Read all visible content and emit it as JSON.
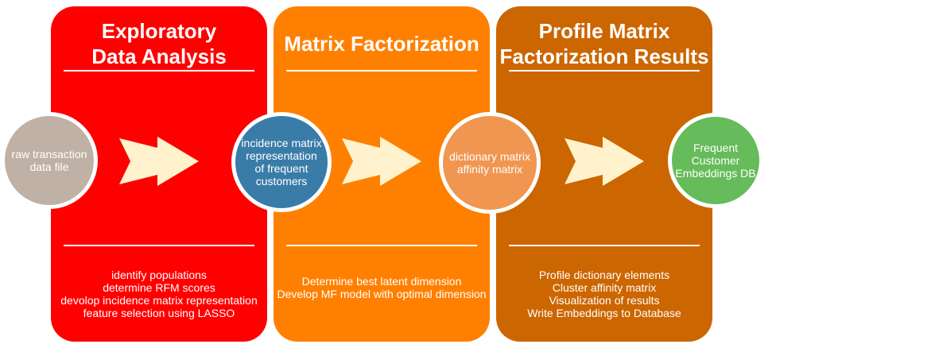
{
  "colors": {
    "panel_eda": "#ff0000",
    "panel_mf": "#ff8000",
    "panel_results": "#cc6600",
    "arrow": "#fff2cc",
    "circle_raw": "#bfb1a5",
    "circle_incidence": "#3a7ca8",
    "circle_dictionary": "#f09651",
    "circle_db": "#66bb5a"
  },
  "panels": [
    {
      "title_lines": [
        "Exploratory",
        "Data Analysis"
      ],
      "desc_lines": [
        "identify populations",
        "determine RFM scores",
        "devolop incidence matrix representation",
        "feature selection using LASSO"
      ]
    },
    {
      "title_lines": [
        "Matrix Factorization"
      ],
      "desc_lines": [
        "Determine best latent dimension",
        "Develop MF model with optimal dimension"
      ]
    },
    {
      "title_lines": [
        "Profile Matrix",
        "Factorization Results"
      ],
      "desc_lines": [
        "Profile dictionary elements",
        "Cluster affinity matrix",
        "Visualization of results",
        "Write Embeddings to Database"
      ]
    }
  ],
  "nodes": [
    {
      "label_lines": [
        "raw transaction",
        "data file"
      ]
    },
    {
      "label_lines": [
        "incidence matrix",
        "representation",
        "of frequent",
        "customers"
      ]
    },
    {
      "label_lines": [
        "dictionary matrix",
        "affinity matrix"
      ]
    },
    {
      "label_lines": [
        "Frequent",
        "Customer",
        "Embeddings DB"
      ]
    }
  ],
  "arrows": [
    "right-arrow-icon",
    "right-arrow-icon",
    "right-arrow-icon"
  ]
}
